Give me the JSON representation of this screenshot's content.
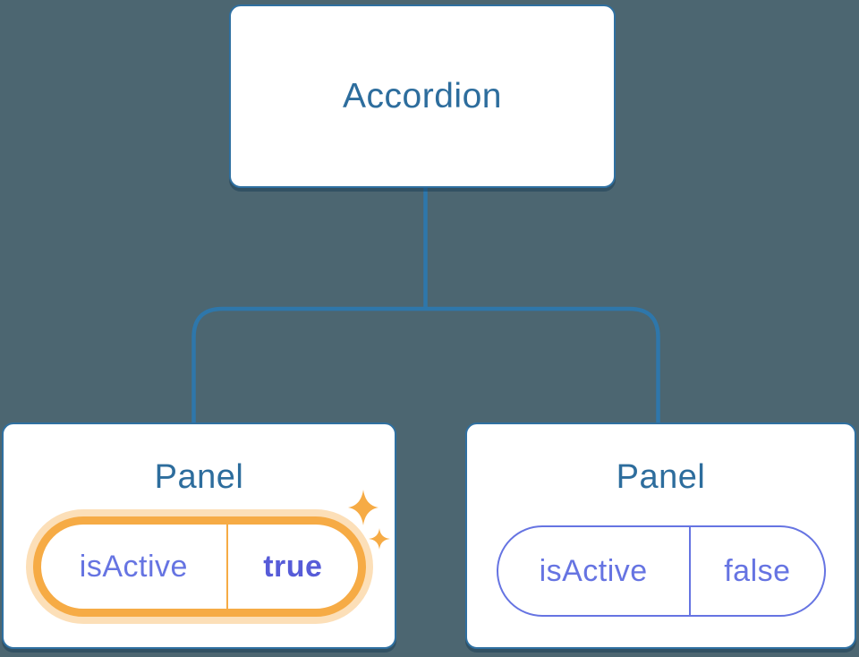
{
  "diagram": {
    "root": {
      "label": "Accordion"
    },
    "panels": [
      {
        "title": "Panel",
        "state_key": "isActive",
        "state_value": "true",
        "highlighted": true,
        "icon": "sparkles-icon"
      },
      {
        "title": "Panel",
        "state_key": "isActive",
        "state_value": "false",
        "highlighted": false
      }
    ]
  },
  "colors": {
    "background": "#4C6671",
    "box_border": "#2F70A1",
    "line_blue": "#2E77AB",
    "title_blue": "#2D6D9D",
    "purple": "#6674E2",
    "purple_bold": "#575CD8",
    "orange": "#F6AB45"
  }
}
